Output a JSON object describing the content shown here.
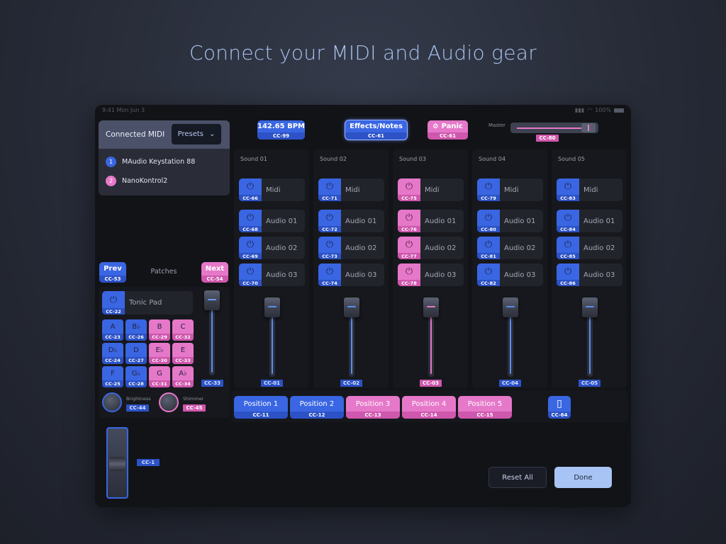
{
  "title": "Connect your MIDI and Audio gear",
  "status": {
    "time": "9:41 Mon Jun 3",
    "battery": "100%"
  },
  "midi": {
    "header": "Connected MIDI",
    "presets": "Presets",
    "devices": [
      {
        "n": "1",
        "name": "MAudio Keystation 88",
        "color": "#3a66e3"
      },
      {
        "n": "2",
        "name": "NanoKontrol2",
        "color": "#e678c9"
      }
    ]
  },
  "patches": {
    "label": "Patches",
    "prev": "Prev",
    "prev_cc": "CC-53",
    "next": "Next",
    "next_cc": "CC-54"
  },
  "tonic": {
    "label": "Tonic Pad",
    "cc": "CC-22"
  },
  "keys": [
    {
      "note": "A",
      "cc": "CC-23",
      "c": "blue"
    },
    {
      "note": "B♭",
      "cc": "CC-26",
      "c": "blue"
    },
    {
      "note": "B",
      "cc": "CC-29",
      "c": "pink"
    },
    {
      "note": "C",
      "cc": "CC-32",
      "c": "pink"
    },
    {
      "note": "D♭",
      "cc": "CC-24",
      "c": "blue"
    },
    {
      "note": "D",
      "cc": "CC-27",
      "c": "blue"
    },
    {
      "note": "E♭",
      "cc": "CC-30",
      "c": "pink"
    },
    {
      "note": "E",
      "cc": "CC-33",
      "c": "pink"
    },
    {
      "note": "F",
      "cc": "CC-25",
      "c": "blue"
    },
    {
      "note": "G♭",
      "cc": "CC-28",
      "c": "blue"
    },
    {
      "note": "G",
      "cc": "CC-31",
      "c": "pink"
    },
    {
      "note": "A♭",
      "cc": "CC-34",
      "c": "pink"
    }
  ],
  "patch_fader": {
    "cc": "CC-33",
    "level": 0.9
  },
  "knobs": [
    {
      "label": "Brightness",
      "cc": "CC-44",
      "color": "blue"
    },
    {
      "label": "Shimmer",
      "cc": "CC-45",
      "color": "pink"
    }
  ],
  "mod_fader": {
    "cc": "CC-1",
    "level": 0.5
  },
  "toolbar": {
    "bpm": "142.65 BPM",
    "bpm_cc": "CC-99",
    "effects": "Effects/Notes",
    "effects_cc": "CC-61",
    "panic": "Panic",
    "panic_cc": "CC-61",
    "master": "Master",
    "master_cc": "CC-80",
    "master_level": 0.9
  },
  "sounds": [
    {
      "name": "Sound 01",
      "color": "blue",
      "cc": [
        "CC-66",
        "CC-68",
        "CC-69",
        "CC-70"
      ],
      "fader_cc": "CC-01",
      "level": 0.9
    },
    {
      "name": "Sound 02",
      "color": "blue",
      "cc": [
        "CC-71",
        "CC-72",
        "CC-73",
        "CC-74"
      ],
      "fader_cc": "CC-02",
      "level": 0.9
    },
    {
      "name": "Sound 03",
      "color": "pink",
      "cc": [
        "CC-75",
        "CC-76",
        "CC-77",
        "CC-78"
      ],
      "fader_cc": "CC-03",
      "level": 0.9
    },
    {
      "name": "Sound 04",
      "color": "blue",
      "cc": [
        "CC-79",
        "CC-80",
        "CC-81",
        "CC-82"
      ],
      "fader_cc": "CC-04",
      "level": 0.9
    },
    {
      "name": "Sound 05",
      "color": "blue",
      "cc": [
        "CC-83",
        "CC-84",
        "CC-85",
        "CC-86"
      ],
      "fader_cc": "CC-05",
      "level": 0.9
    }
  ],
  "channel_labels": [
    "Midi",
    "Audio 01",
    "Audio 02",
    "Audio 03"
  ],
  "positions": [
    {
      "label": "Position 1",
      "cc": "CC-11",
      "c": "blue"
    },
    {
      "label": "Position 2",
      "cc": "CC-12",
      "c": "blue"
    },
    {
      "label": "Position 3",
      "cc": "CC-13",
      "c": "pink"
    },
    {
      "label": "Position 4",
      "cc": "CC-14",
      "c": "pink"
    },
    {
      "label": "Position 5",
      "cc": "CC-15",
      "c": "pink"
    }
  ],
  "sustain": {
    "cc": "CC-64"
  },
  "actions": {
    "reset": "Reset All",
    "done": "Done"
  }
}
